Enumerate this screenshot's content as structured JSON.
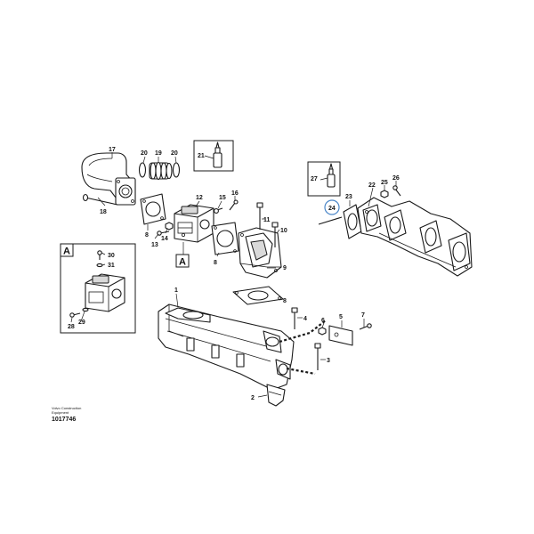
{
  "diagram": {
    "view_label_a": "A",
    "view_box_label": "A",
    "footer_brand_line1": "Volvo Construction",
    "footer_brand_line2": "Equipment",
    "footer_number": "1017746",
    "highlight_color": "#4a86c8",
    "callouts": {
      "c1": "1",
      "c2": "2",
      "c3": "3",
      "c4": "4",
      "c5": "5",
      "c6": "6",
      "c7": "7",
      "c8a": "8",
      "c8b": "8",
      "c8c": "8",
      "c9": "9",
      "c10": "10",
      "c11": "11",
      "c12": "12",
      "c13": "13",
      "c14": "14",
      "c15": "15",
      "c16": "16",
      "c17": "17",
      "c18": "18",
      "c19": "19",
      "c20a": "20",
      "c20b": "20",
      "c21": "21",
      "c22": "22",
      "c23": "23",
      "c24": "24",
      "c25": "25",
      "c26": "26",
      "c27": "27",
      "c28": "28",
      "c29": "29",
      "c30": "30",
      "c31": "31"
    }
  }
}
